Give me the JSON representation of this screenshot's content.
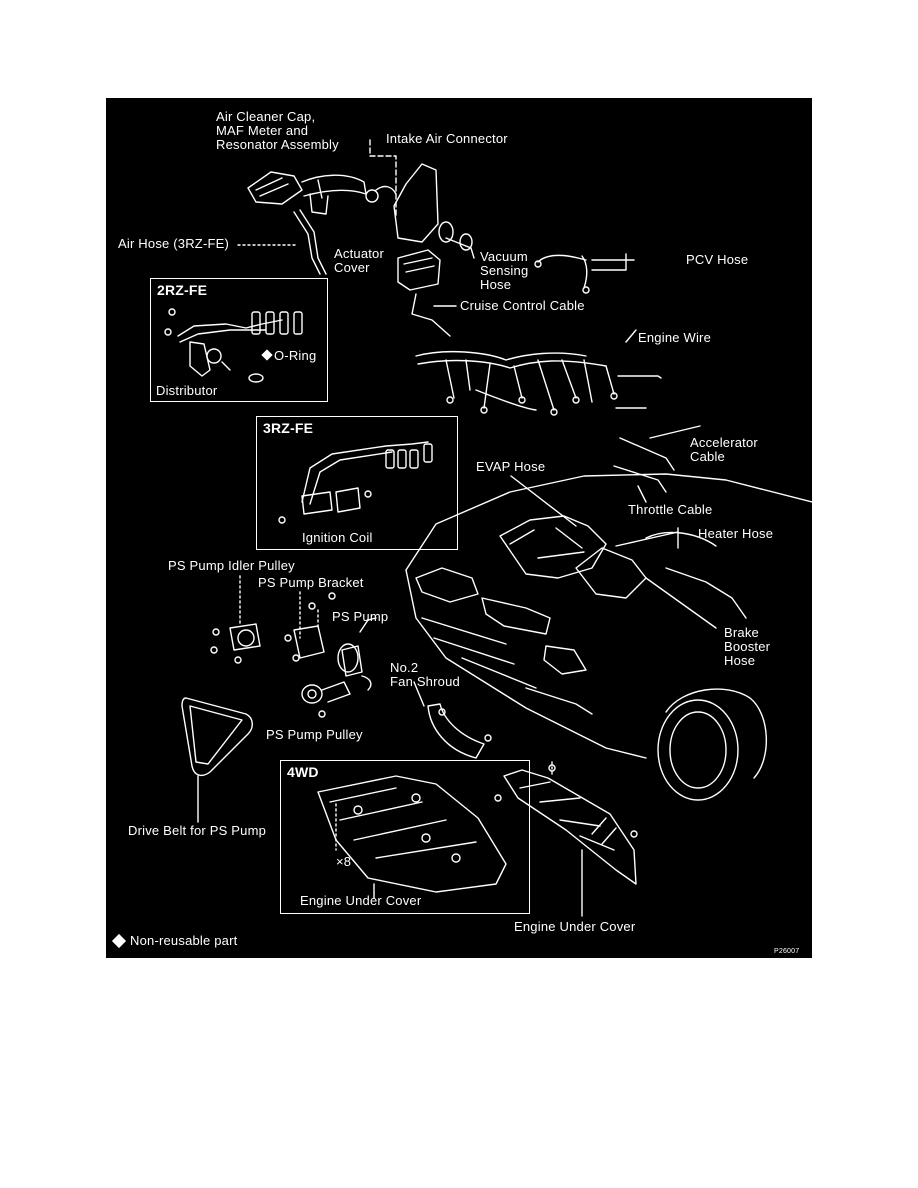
{
  "labels": {
    "air_cleaner": "Air Cleaner Cap,\nMAF Meter and\nResonator Assembly",
    "intake_connector": "Intake Air Connector",
    "air_hose": "Air Hose (3RZ-FE)",
    "actuator_cover": "Actuator\nCover",
    "vacuum_hose": "Vacuum\nSensing\nHose",
    "pcv_hose": "PCV Hose",
    "cruise_cable": "Cruise Control Cable",
    "engine_wire": "Engine Wire",
    "o_ring": "O-Ring",
    "distributor": "Distributor",
    "ignition_coil": "Ignition Coil",
    "accel_cable": "Accelerator\nCable",
    "evap_hose": "EVAP Hose",
    "throttle_cable": "Throttle Cable",
    "heater_hose": "Heater Hose",
    "ps_idler": "PS Pump Idler Pulley",
    "ps_bracket": "PS Pump Bracket",
    "ps_pump": "PS Pump",
    "fan_shroud": "No.2\nFan Shroud",
    "brake_hose": "Brake\nBooster\nHose",
    "ps_pulley": "PS Pump Pulley",
    "drive_belt": "Drive Belt for PS Pump",
    "bolt_count": "×8",
    "under_cover_4wd": "Engine Under Cover",
    "under_cover": "Engine Under Cover",
    "non_reusable": "Non-reusable part",
    "figure_code": "P26007"
  },
  "boxes": {
    "b2rz": "2RZ-FE",
    "b3rz": "3RZ-FE",
    "b4wd": "4WD"
  },
  "symbols": {
    "non_reusable_marker": "diamond-icon"
  },
  "colors": {
    "background": "#000000",
    "foreground": "#ffffff"
  }
}
